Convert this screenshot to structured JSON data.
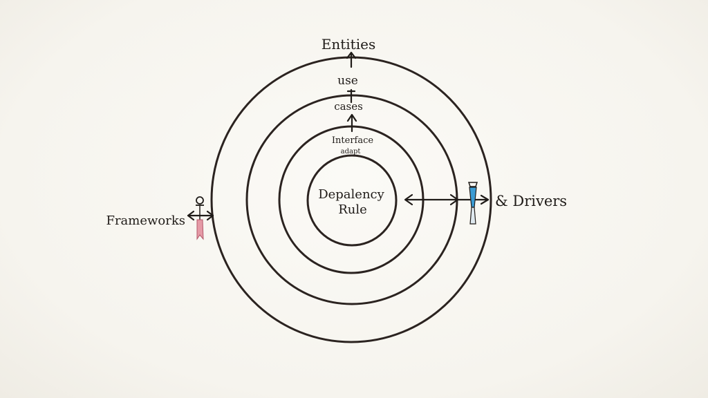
{
  "diagram": {
    "labels": {
      "entities": "Entities",
      "use": "use",
      "cases": "cases",
      "interface": "Interface",
      "adapt": "adapt",
      "rule_line1": "Depalency",
      "rule_line2": "Rule",
      "frameworks": "Frameworks",
      "drivers": "& Drivers"
    },
    "colors": {
      "ink": "#1f1b18",
      "ring": "#2b2320",
      "paper": "#f8f6f1",
      "left_marker": "#e59aa6",
      "right_marker": "#3a9bd3"
    },
    "icons": {
      "left_figure": "pink-pin-figure-icon",
      "right_figure": "blue-pin-figure-icon"
    }
  }
}
